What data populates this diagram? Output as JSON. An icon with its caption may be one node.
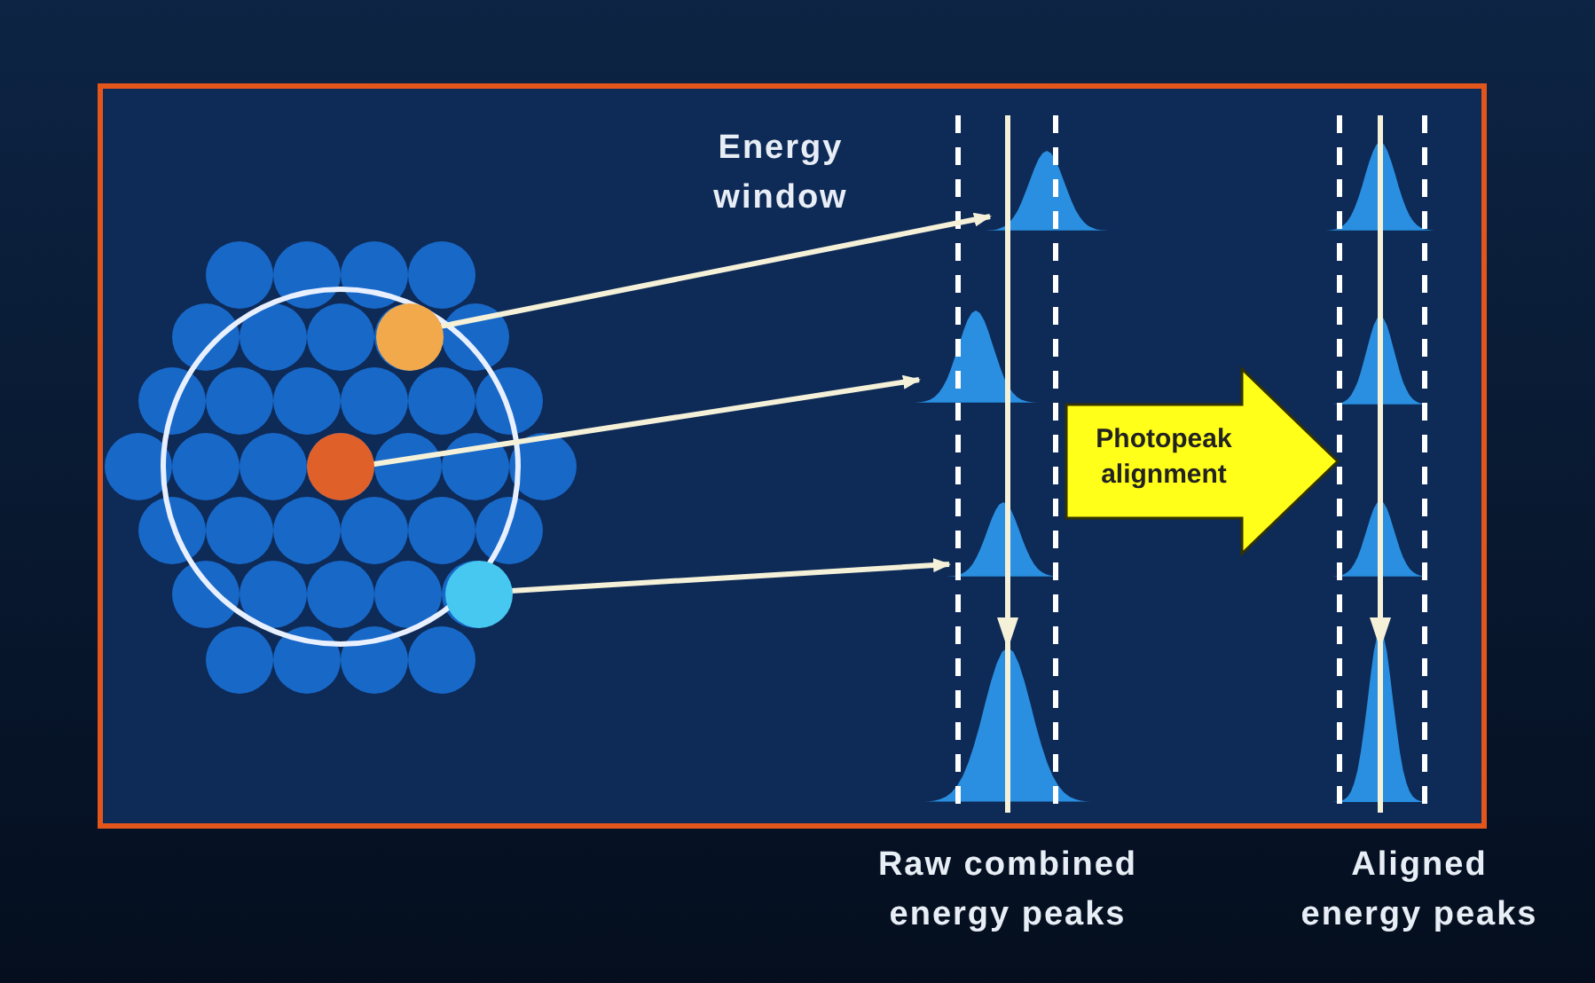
{
  "diagram": {
    "nodes": [
      {
        "text": [],
        "shape": "circle"
      },
      {
        "text": [],
        "shape": "circle"
      },
      {
        "text": [],
        "shape": "circle"
      },
      {
        "text": [],
        "shape": "curve"
      },
      {
        "text": [],
        "shape": "curve"
      },
      {
        "text": [],
        "shape": "curve"
      },
      {
        "text": [
          "Photopeak alignment"
        ]
      }
    ],
    "edges": [
      {
        "from": 0,
        "to": 3,
        "arrow": "to"
      },
      {
        "from": 1,
        "to": 4,
        "arrow": "to"
      },
      {
        "from": 2,
        "to": 5,
        "arrow": "to"
      }
    ],
    "labels": [
      "Energy window",
      "Raw combined energy peaks",
      "Aligned energy peaks"
    ]
  }
}
